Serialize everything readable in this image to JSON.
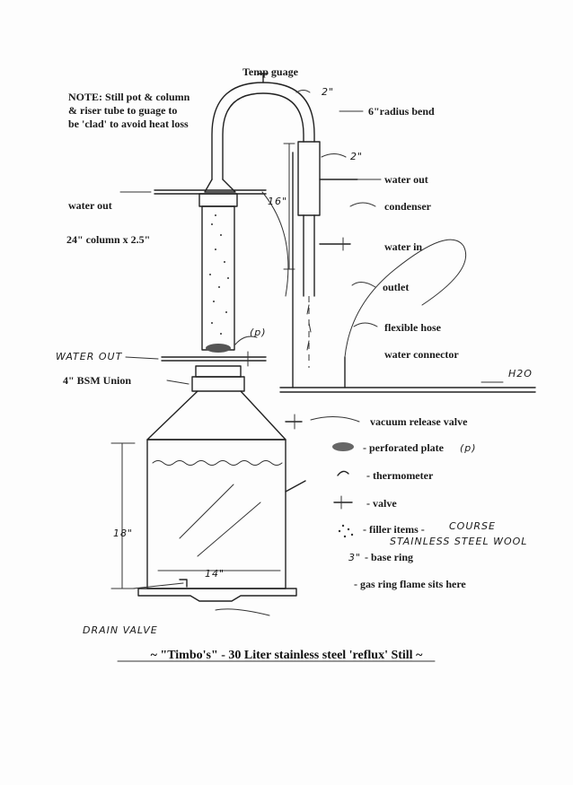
{
  "labels": {
    "temp_gauge": "Temp guage",
    "note_line1": "NOTE: Still pot & column",
    "note_line2": "& riser tube to guage to",
    "note_line3": "be 'clad' to avoid heat loss",
    "dim_riser": "2\"",
    "radius_bend": "6\"radius bend",
    "dim_condenser_dia": "2\"",
    "dim_condenser_len": "16\"",
    "water_out_right": "water out",
    "water_out_left": "water out",
    "condenser": "condenser",
    "column": "24\" column x 2.5\"",
    "water_in": "water in",
    "outlet": "outlet",
    "flexible_hose": "flexible hose",
    "plate_mark": "(p)",
    "water_out_hand": "WATER OUT",
    "water_connector": "water connector",
    "h2o": "H2O",
    "union": "4\" BSM Union",
    "dim_pot_height": "18\"",
    "dim_pot_width": "14\"",
    "drain_valve": "DRAIN VALVE",
    "title": "~ \"Timbo's\" - 30 Liter stainless steel 'reflux' Still ~"
  },
  "legend": {
    "vacuum_release_valve": "vacuum release valve",
    "perforated_plate": "- perforated plate",
    "perforated_plate_mark": "(p)",
    "thermometer": "- thermometer",
    "valve": "- valve",
    "filler_items": "- filler items -",
    "filler_note_line1": "COURSE",
    "filler_note_line2": "STAINLESS STEEL WOOL",
    "base_ring_dim": "3\"",
    "base_ring": "- base ring",
    "gas_ring": "- gas ring flame sits here"
  }
}
